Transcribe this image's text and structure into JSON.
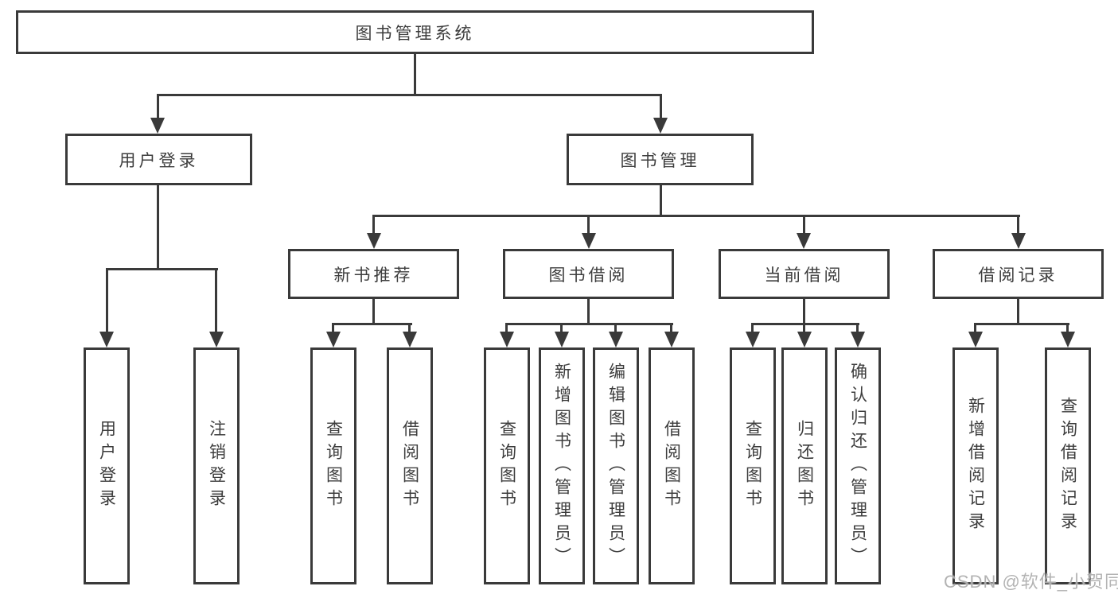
{
  "diagram": {
    "root": "图书管理系统",
    "level2": {
      "user_login": "用户登录",
      "book_mgmt": "图书管理"
    },
    "level3": {
      "new_book": "新书推荐",
      "book_borrow": "图书借阅",
      "current_borrow": "当前借阅",
      "borrow_record": "借阅记录"
    },
    "leaves": {
      "user_login_1": "用户登录",
      "user_login_2": "注销登录",
      "new_book_1": "查询图书",
      "new_book_2": "借阅图书",
      "book_borrow_1": "查询图书",
      "book_borrow_2": "新增图书（管理员）",
      "book_borrow_3": "编辑图书（管理员）",
      "book_borrow_4": "借阅图书",
      "current_borrow_1": "查询图书",
      "current_borrow_2": "归还图书",
      "current_borrow_3": "确认归还（管理员）",
      "borrow_record_1": "新增借阅记录",
      "borrow_record_2": "查询借阅记录"
    },
    "watermark": "CSDN @软件_小贺同学",
    "colors": {
      "line": "#3a3a3a",
      "text": "#3d3d3d",
      "watermark": "#ababab",
      "background": "#ffffff"
    }
  }
}
